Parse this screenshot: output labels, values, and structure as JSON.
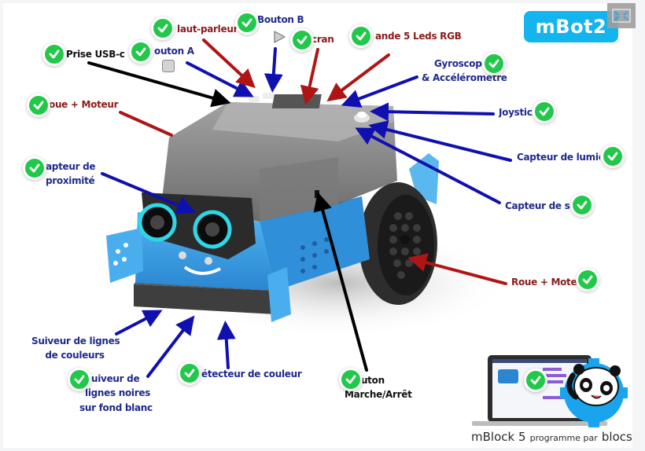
{
  "title": "mBot2",
  "colors": {
    "red_label": "#8b1a1a",
    "blue_label": "#1e2a8c",
    "black_label": "#111111",
    "check_green": "#22c84a",
    "logo_blue": "#14b4ee",
    "robot_blue": "#3a9ee6"
  },
  "labels": {
    "haut_parleur": "laut-parleur",
    "bouton_b": "Bouton B",
    "ecran": "cran",
    "bande_leds": "ande 5 Leds RGB",
    "prise_usb": "Prise USB-c",
    "bouton_a": "outon A",
    "gyroscope_line1": "Gyroscope",
    "gyroscope_line2": "& Accéléromètre",
    "roue_moteur_left": "oue + Moteur",
    "joystick": "Joystick",
    "capteur_proximite_line1": "apteur de",
    "capteur_proximite_line2": "proximité",
    "capteur_lumiere": "Capteur de lumière",
    "capteur_son": "Capteur de son",
    "roue_moteur_right": "Roue + Moteur",
    "suiveur_couleurs_line1": "Suiveur de lignes",
    "suiveur_couleurs_line2": "de couleurs",
    "suiveur_noires_line1": "uiveur de",
    "suiveur_noires_line2": "lignes noires",
    "suiveur_noires_line3": "sur fond blanc",
    "detecteur_couleur": "étecteur de couleur",
    "bouton_marche_line1": "outon",
    "bouton_marche_line2": "Marche/Arrêt"
  },
  "mblock": {
    "name": "mBlock 5",
    "subtitle": "programme par",
    "blocs": "blocs"
  },
  "icons": {
    "check": "check-circle-icon",
    "expand": "fullscreen-toggle-icon",
    "button_a_glyph": "square-button-icon",
    "button_b_glyph": "play-triangle-icon"
  }
}
